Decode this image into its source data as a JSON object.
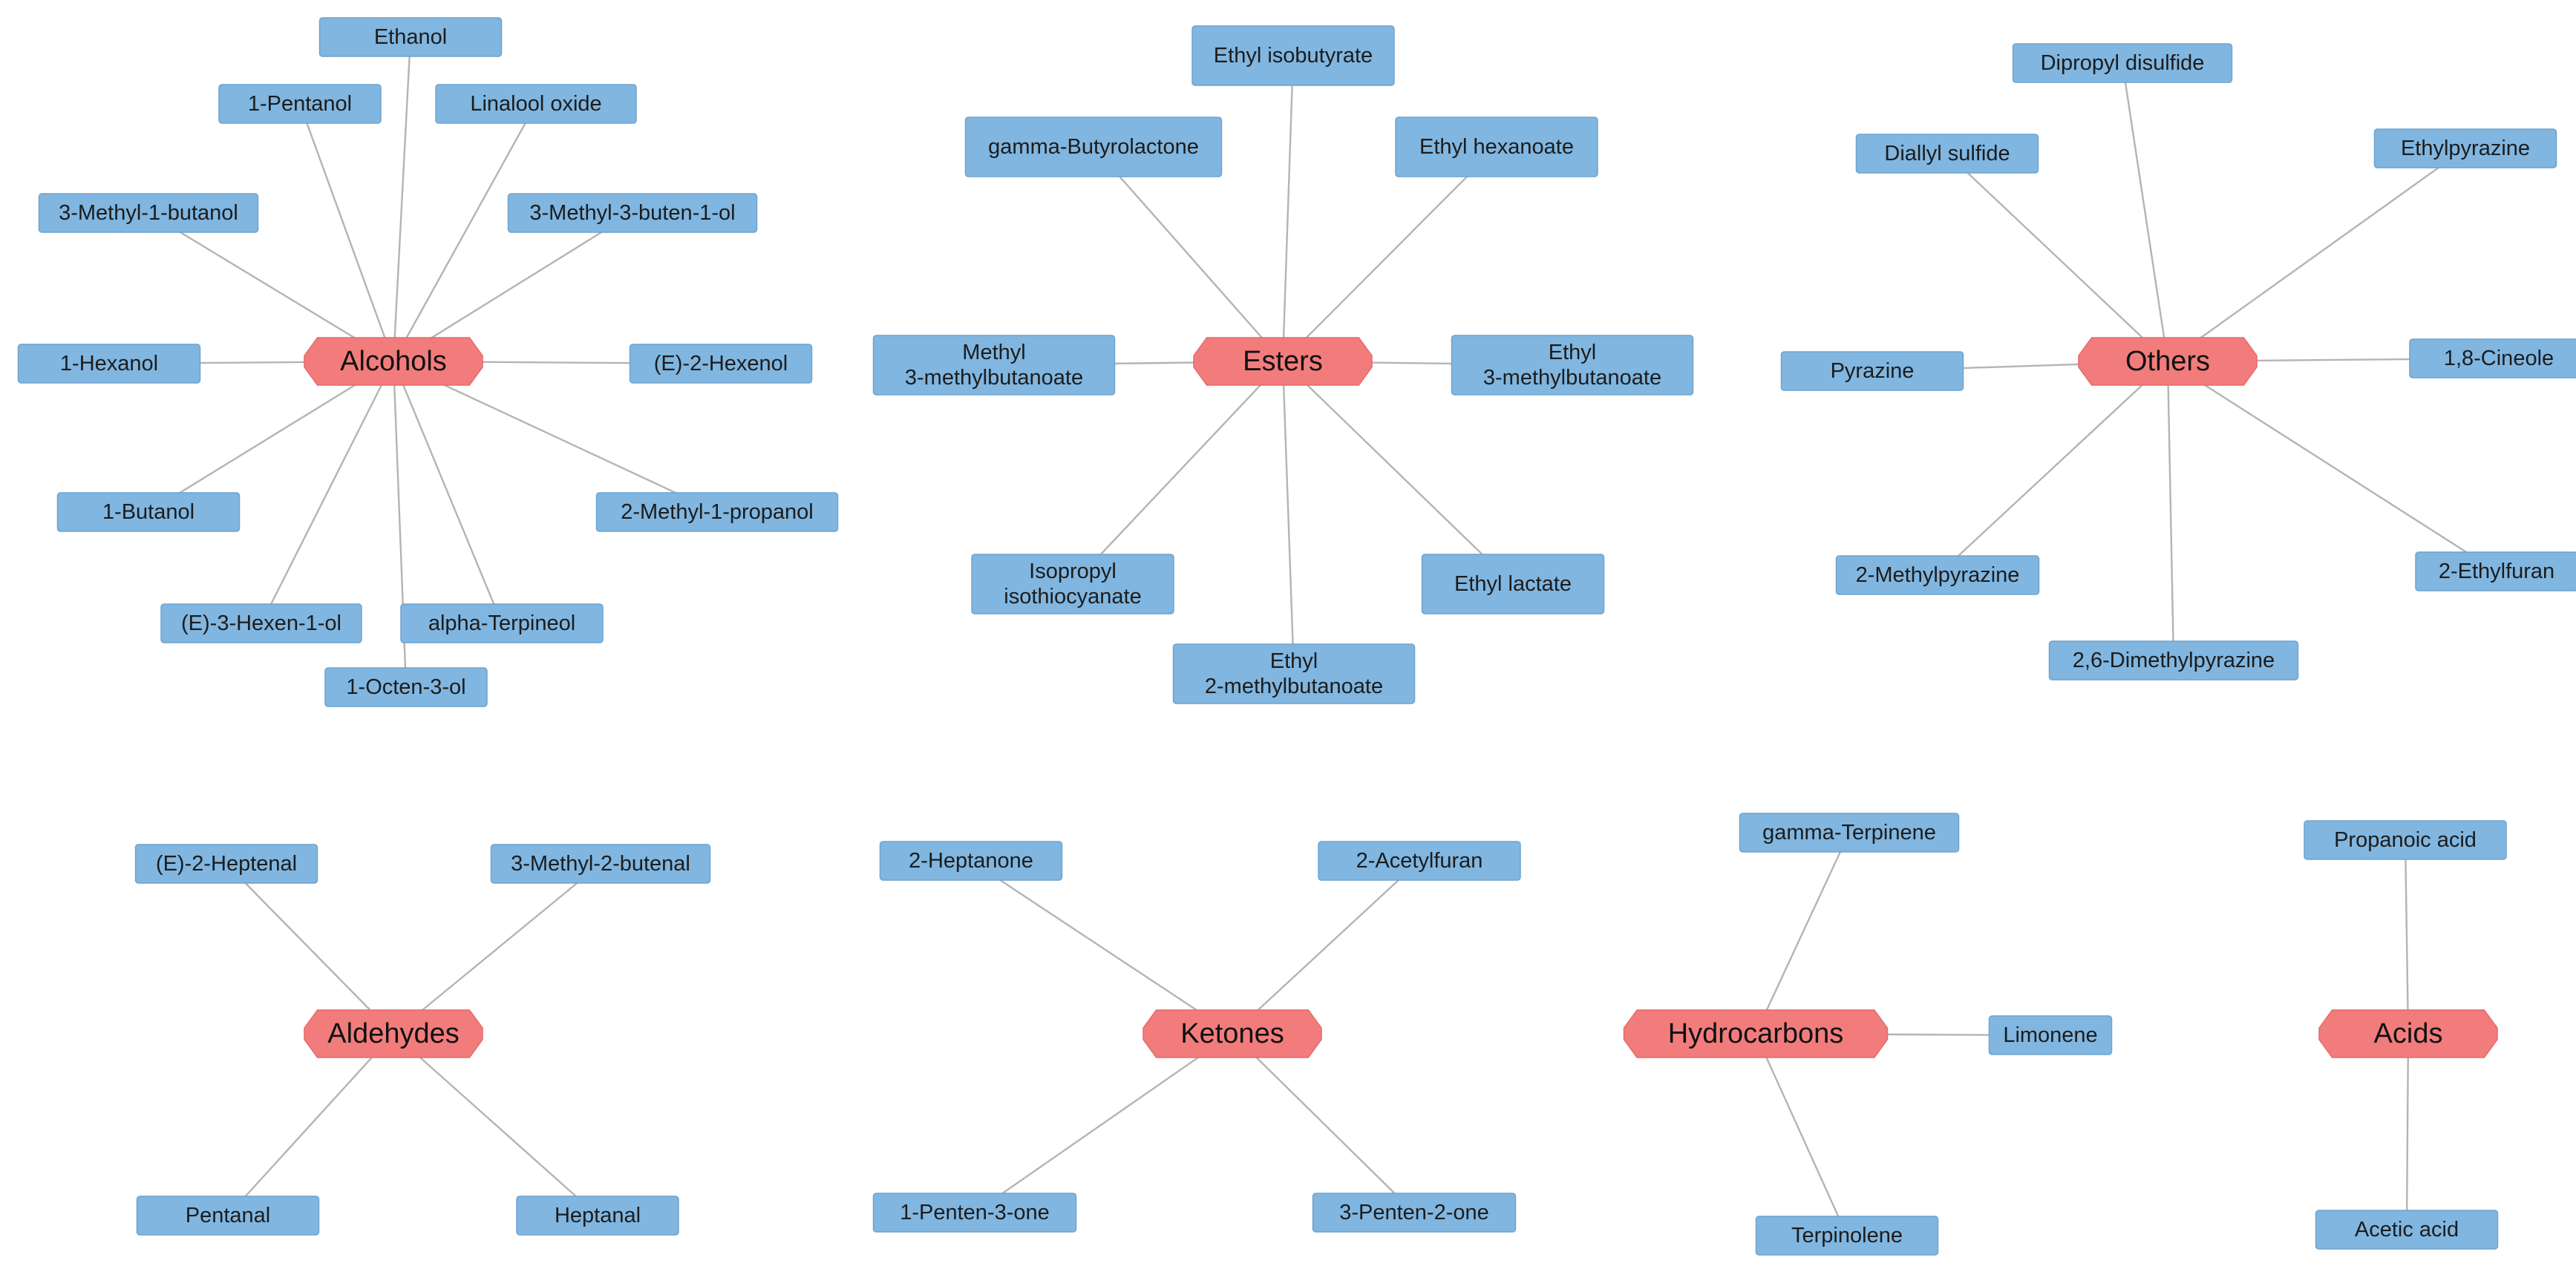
{
  "diagram": {
    "hub_color": "#f27c7c",
    "leaf_color": "#80b6e0",
    "edge_color": "#b4b4b4",
    "groups": [
      {
        "hub": "Alcohols",
        "leaves": [
          "Ethanol",
          "1-Pentanol",
          "Linalool oxide",
          "3-Methyl-1-butanol",
          "3-Methyl-3-buten-1-ol",
          "1-Hexanol",
          "(E)-2-Hexenol",
          "1-Butanol",
          "2-Methyl-1-propanol",
          "(E)-3-Hexen-1-ol",
          "alpha-Terpineol",
          "1-Octen-3-ol"
        ]
      },
      {
        "hub": "Esters",
        "leaves": [
          "Ethyl isobutyrate",
          "gamma-Butyrolactone",
          "Ethyl hexanoate",
          "Methyl\n3-methylbutanoate",
          "Ethyl\n3-methylbutanoate",
          "Isopropyl\nisothiocyanate",
          "Ethyl lactate",
          "Ethyl\n2-methylbutanoate"
        ]
      },
      {
        "hub": "Others",
        "leaves": [
          "Dipropyl disulfide",
          "Diallyl sulfide",
          "Ethylpyrazine",
          "Pyrazine",
          "1,8-Cineole",
          "2-Methylpyrazine",
          "2-Ethylfuran",
          "2,6-Dimethylpyrazine"
        ]
      },
      {
        "hub": "Aldehydes",
        "leaves": [
          "(E)-2-Heptenal",
          "3-Methyl-2-butenal",
          "Pentanal",
          "Heptanal"
        ]
      },
      {
        "hub": "Ketones",
        "leaves": [
          "2-Heptanone",
          "2-Acetylfuran",
          "1-Penten-3-one",
          "3-Penten-2-one"
        ]
      },
      {
        "hub": "Hydrocarbons",
        "leaves": [
          "gamma-Terpinene",
          "Limonene",
          "Terpinolene"
        ]
      },
      {
        "hub": "Acids",
        "leaves": [
          "Propanoic acid",
          "Acetic acid"
        ]
      }
    ]
  }
}
